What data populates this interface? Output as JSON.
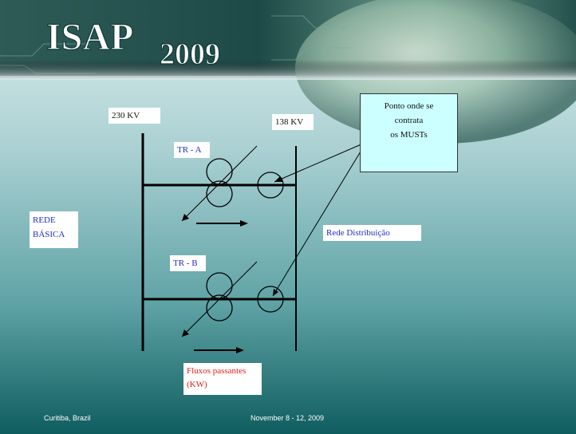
{
  "header": {
    "title_main": "ISAP",
    "title_year": "2009"
  },
  "diagram": {
    "label_230kv": "230 KV",
    "label_138kv": "138 KV",
    "label_tr_a": "TR - A",
    "label_tr_b": "TR - B",
    "label_rede_line1": "REDE",
    "label_rede_line2": "BÁSICA",
    "label_rede_distribuicao": "Rede Distribuição",
    "label_fluxos_line1": "Fluxos passantes",
    "label_fluxos_line2": "(KW)",
    "note": {
      "line1": "Ponto onde se",
      "line2": "contrata",
      "line3": "os MUSTs"
    }
  },
  "footer": {
    "location": "Curitiba, Brazil",
    "date": "November 8 - 12, 2009"
  },
  "colors": {
    "label_blue": "#1f2fc4",
    "label_red": "#e0201a",
    "note_fill": "#ccffff",
    "header_dark": "#123a37"
  }
}
